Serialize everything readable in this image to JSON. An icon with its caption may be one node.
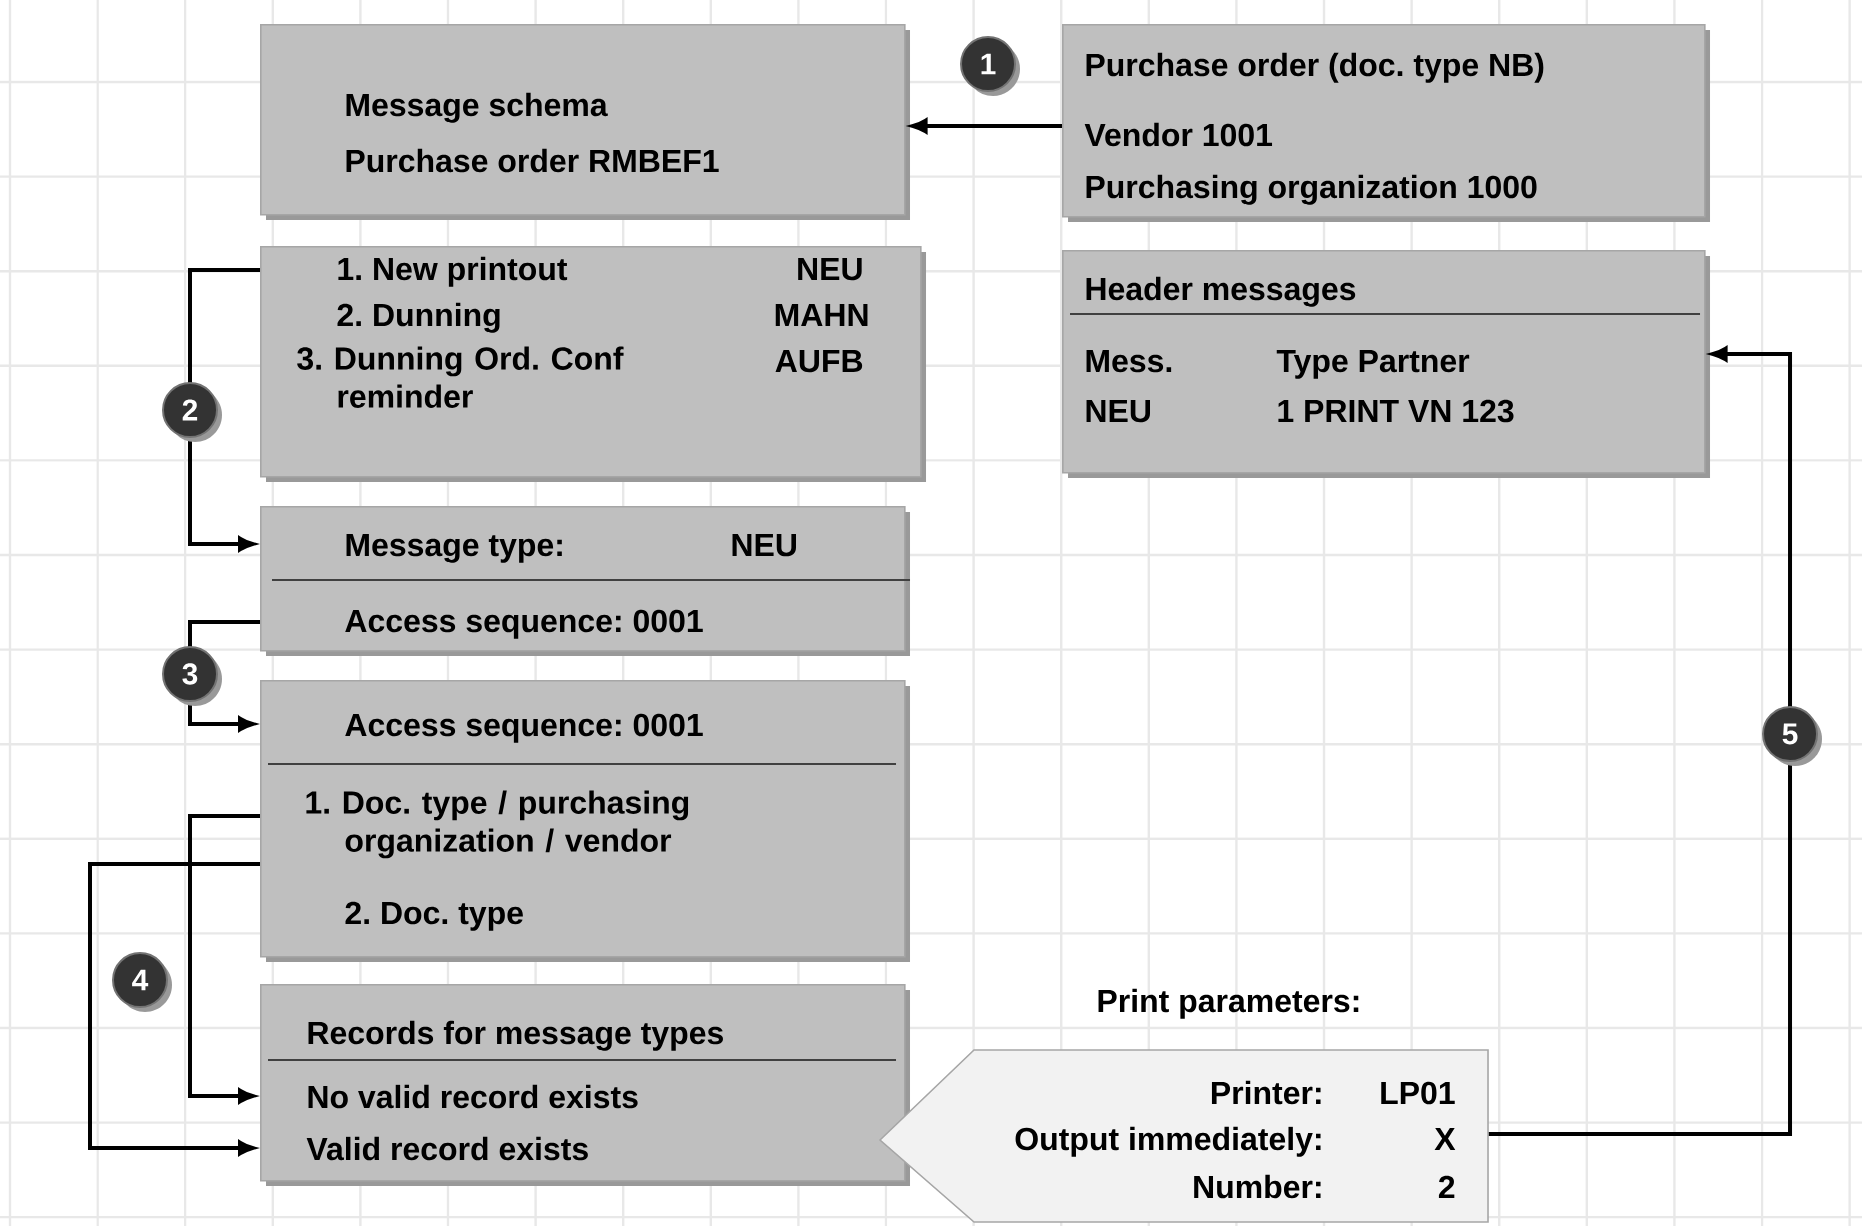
{
  "diagram": {
    "nodes": [
      {
        "text": [
          "Message schema",
          "Purchase order RMBEF1"
        ]
      },
      {
        "text": [
          "Purchase order (doc. type NB)",
          "Vendor 1001",
          "Purchasing organization 1000"
        ]
      },
      {
        "text": [
          "1. New printout",
          "NEU",
          "2. Dunning",
          "MAHN",
          "3. Dunning Ord. Conf reminder",
          "AUFB"
        ]
      },
      {
        "text": [
          "Header messages",
          "Mess.",
          "Type Partner",
          "NEU",
          "1 PRINT VN 123"
        ]
      },
      {
        "text": [
          "Message type:",
          "NEU",
          "Access sequence: 0001"
        ]
      },
      {
        "text": [
          "Access sequence: 0001",
          "1. Doc. type / purchasing organization / vendor",
          "2. Doc. type"
        ]
      },
      {
        "text": [
          "Records for message types",
          "No valid record exists",
          "Valid record exists"
        ]
      },
      {
        "text": [
          "Print parameters:",
          "Printer:",
          "LP01",
          "Output immediately:",
          "X",
          "Number:",
          "2"
        ]
      }
    ],
    "edges": [
      {
        "from": 1,
        "to": 0,
        "arrow": "to"
      },
      {
        "from": 2,
        "to": 4,
        "arrow": "to",
        "label": "2"
      },
      {
        "from": 4,
        "to": 5,
        "arrow": "to",
        "label": "3"
      },
      {
        "from": 5,
        "to": 6,
        "arrow": "to"
      },
      {
        "from": 5,
        "to": 6,
        "arrow": "to"
      },
      {
        "from": 7,
        "to": 3,
        "arrow": "to",
        "label": "5"
      }
    ],
    "labels": [
      "1",
      "4"
    ]
  }
}
